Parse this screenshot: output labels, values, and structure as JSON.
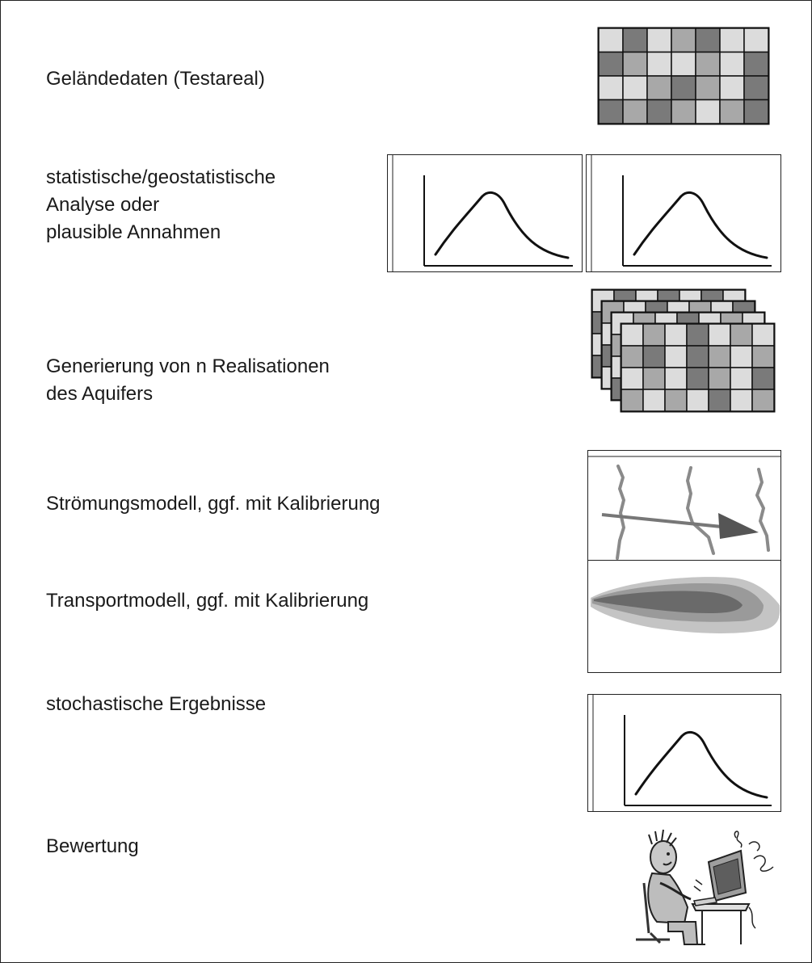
{
  "steps": [
    {
      "key": "gelaendedaten",
      "lines": [
        "Geländedaten (Testareal)"
      ],
      "figure": "grid-icon"
    },
    {
      "key": "analyse",
      "lines": [
        "statistische/geostatistische",
        "Analyse oder",
        "plausible Annahmen"
      ],
      "figure": "distribution-chart-icon"
    },
    {
      "key": "realisationen",
      "lines": [
        "Generierung von n Realisationen",
        "des Aquifers"
      ],
      "figure": "stacked-grids-icon"
    },
    {
      "key": "stroemung",
      "lines": [
        "Strömungsmodell, ggf. mit Kalibrierung"
      ],
      "figure": "flow-field-icon"
    },
    {
      "key": "transport",
      "lines": [
        "Transportmodell, ggf. mit Kalibrierung"
      ],
      "figure": "contaminant-plume-icon"
    },
    {
      "key": "ergebnisse",
      "lines": [
        "stochastische Ergebnisse"
      ],
      "figure": "distribution-chart-icon"
    },
    {
      "key": "bewertung",
      "lines": [
        "Bewertung"
      ],
      "figure": "person-at-computer-illustration"
    }
  ],
  "colors": {
    "cell_light": "#dcdcdc",
    "cell_mid": "#a8a8a8",
    "cell_dark": "#7a7a7a",
    "plume_outer": "#c4c4c4",
    "plume_mid": "#9a9a9a",
    "plume_inner": "#6a6a6a",
    "curve": "#111111"
  }
}
